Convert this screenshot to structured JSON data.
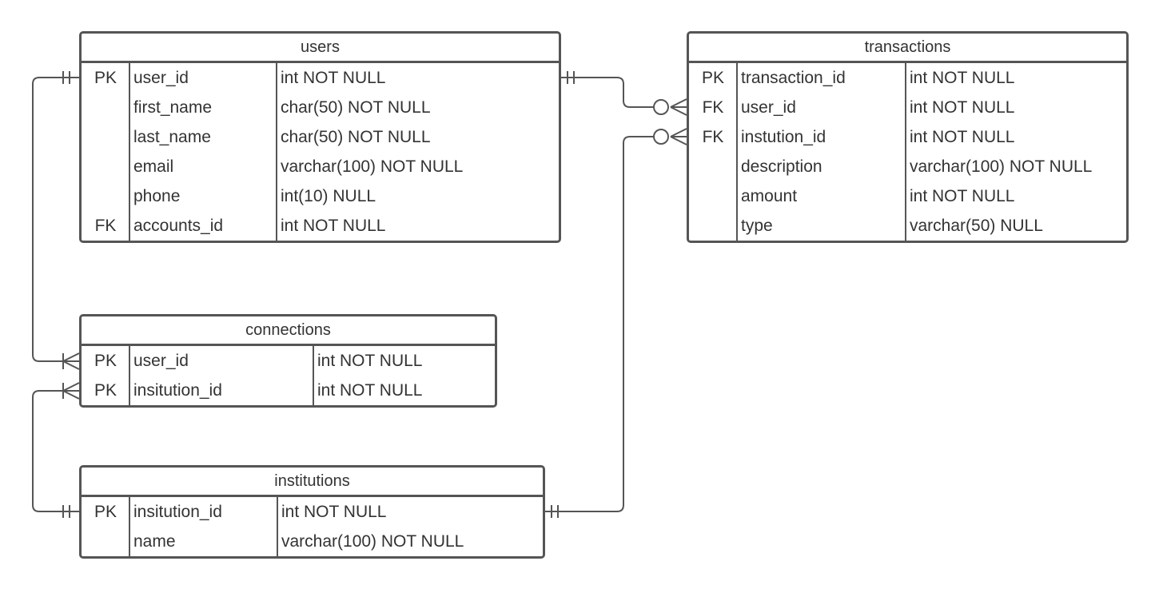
{
  "diagram": {
    "line_color": "#555555",
    "text_color": "#333333",
    "background": "#ffffff"
  },
  "entities": {
    "users": {
      "title": "users",
      "rows": [
        {
          "key": "PK",
          "name": "user_id",
          "type": "int NOT NULL"
        },
        {
          "key": "",
          "name": "first_name",
          "type": "char(50) NOT NULL"
        },
        {
          "key": "",
          "name": "last_name",
          "type": "char(50) NOT NULL"
        },
        {
          "key": "",
          "name": "email",
          "type": "varchar(100) NOT NULL"
        },
        {
          "key": "",
          "name": "phone",
          "type": "int(10) NULL"
        },
        {
          "key": "FK",
          "name": "accounts_id",
          "type": "int NOT NULL"
        }
      ]
    },
    "transactions": {
      "title": "transactions",
      "rows": [
        {
          "key": "PK",
          "name": "transaction_id",
          "type": "int NOT NULL"
        },
        {
          "key": "FK",
          "name": "user_id",
          "type": "int NOT NULL"
        },
        {
          "key": "FK",
          "name": "instution_id",
          "type": "int NOT NULL"
        },
        {
          "key": "",
          "name": "description",
          "type": "varchar(100) NOT NULL"
        },
        {
          "key": "",
          "name": "amount",
          "type": "int NOT NULL"
        },
        {
          "key": "",
          "name": "type",
          "type": "varchar(50) NULL"
        }
      ]
    },
    "connections": {
      "title": "connections",
      "rows": [
        {
          "key": "PK",
          "name": "user_id",
          "type": "int NOT NULL"
        },
        {
          "key": "PK",
          "name": "insitution_id",
          "type": "int NOT NULL"
        }
      ]
    },
    "institutions": {
      "title": "institutions",
      "rows": [
        {
          "key": "PK",
          "name": "insitution_id",
          "type": "int NOT NULL"
        },
        {
          "key": "",
          "name": "name",
          "type": "varchar(100) NOT NULL"
        }
      ]
    }
  },
  "relationships": [
    {
      "from": "users.user_id",
      "from_cardinality": "one-and-only-one",
      "to": "transactions.user_id",
      "to_cardinality": "zero-or-many"
    },
    {
      "from": "users.user_id",
      "from_cardinality": "one-and-only-one",
      "to": "connections.user_id",
      "to_cardinality": "one-or-many"
    },
    {
      "from": "institutions.insitution_id",
      "from_cardinality": "one-and-only-one",
      "to": "connections.insitution_id",
      "to_cardinality": "one-or-many"
    },
    {
      "from": "institutions.insitution_id",
      "from_cardinality": "one-and-only-one",
      "to": "transactions.instution_id",
      "to_cardinality": "zero-or-many"
    }
  ]
}
